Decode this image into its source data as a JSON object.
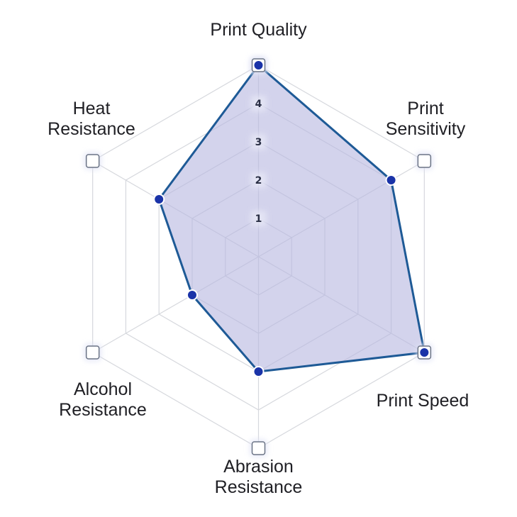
{
  "chart_data": {
    "type": "radar",
    "axes": [
      {
        "name": "Print Quality",
        "lines": [
          "Print Quality"
        ]
      },
      {
        "name": "Print Sensitivity",
        "lines": [
          "Print",
          "Sensitivity"
        ]
      },
      {
        "name": "Print Speed",
        "lines": [
          "Print Speed"
        ]
      },
      {
        "name": "Abrasion Resistance",
        "lines": [
          "Abrasion",
          "Resistance"
        ]
      },
      {
        "name": "Alcohol Resistance",
        "lines": [
          "Alcohol",
          "Resistance"
        ]
      },
      {
        "name": "Heat Resistance",
        "lines": [
          "Heat",
          "Resistance"
        ]
      }
    ],
    "r_ticks": [
      "1",
      "2",
      "3",
      "4",
      "5"
    ],
    "rlim": [
      0,
      5
    ],
    "grid": true,
    "series": [
      {
        "values": [
          5,
          4,
          5,
          3,
          2,
          3
        ]
      }
    ],
    "colors": {
      "fill": "#b8b8e0",
      "line": "#1e5a96",
      "point": "#1a33a8",
      "grid": "#d6d8dd",
      "axis_marker_border": "#6b7486"
    }
  }
}
